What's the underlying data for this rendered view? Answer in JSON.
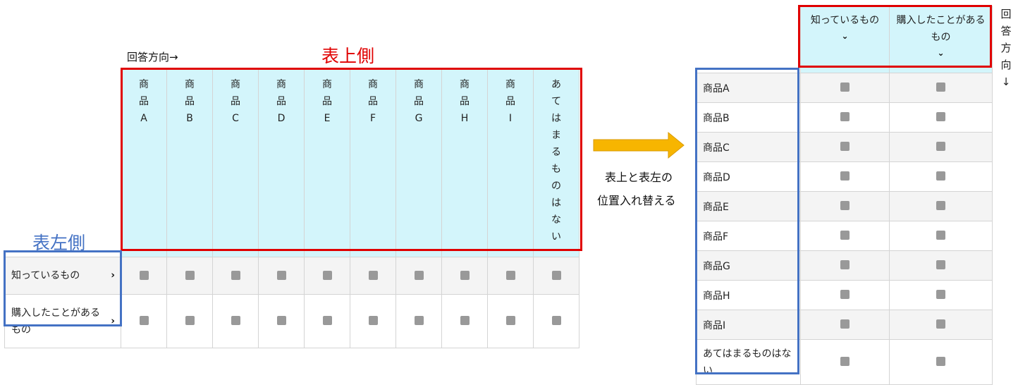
{
  "left": {
    "direction_label": "回答方向→",
    "top_side_title": "表上側",
    "left_side_title": "表左側",
    "columns": [
      "商品A",
      "商品B",
      "商品C",
      "商品D",
      "商品E",
      "商品F",
      "商品G",
      "商品H",
      "商品I",
      "あてはまるものはない"
    ],
    "rows": [
      "知っているもの",
      "購入したことがあるもの"
    ],
    "row_chevron": "›"
  },
  "middle": {
    "caption_line1": "表上と表左の",
    "caption_line2": "位置入れ替える"
  },
  "right": {
    "columns": [
      "知っているもの",
      "購入したことがあるもの"
    ],
    "column_chevron": "⌄",
    "rows": [
      "商品A",
      "商品B",
      "商品C",
      "商品D",
      "商品E",
      "商品F",
      "商品G",
      "商品H",
      "商品I",
      "あてはまるものはない"
    ],
    "direction_label": "回答方向↓"
  },
  "colors": {
    "header_bg": "#d3f5fb",
    "red_frame": "#e00000",
    "blue_frame": "#4472c4",
    "arrow": "#f7b500",
    "checkbox": "#999999"
  }
}
